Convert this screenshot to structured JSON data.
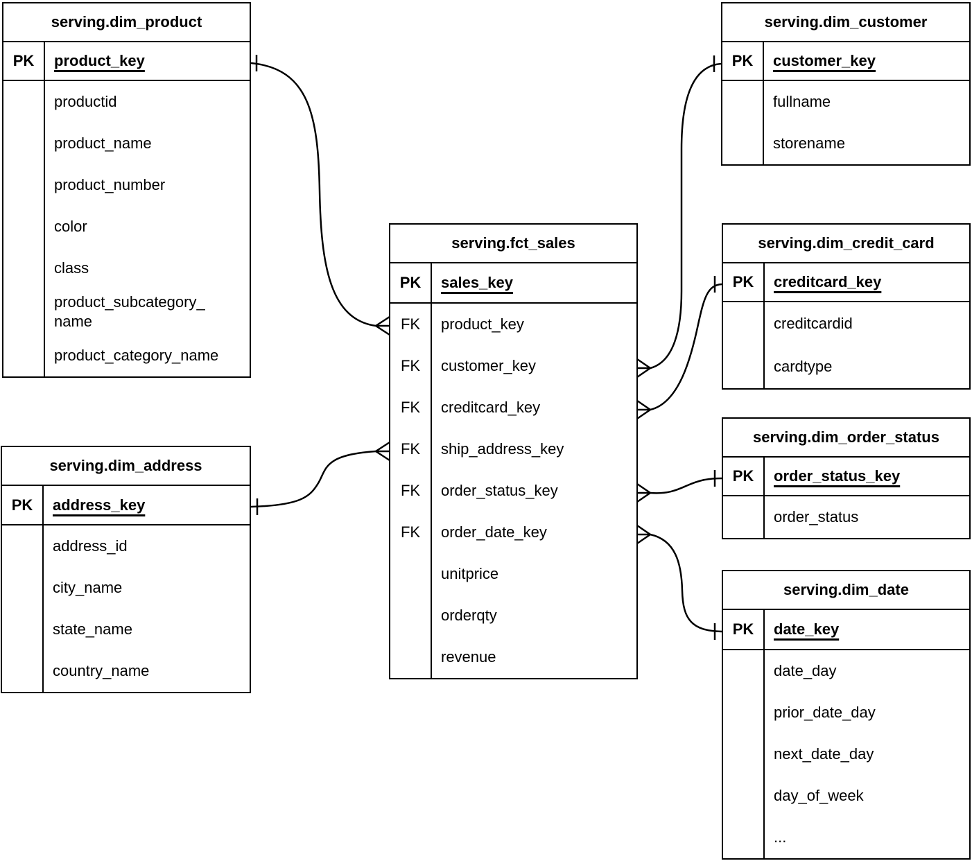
{
  "tables": [
    {
      "title": "serving.dim_product",
      "pk": {
        "key": "PK",
        "name": "product_key"
      },
      "fields": [
        {
          "key": "",
          "name": "productid"
        },
        {
          "key": "",
          "name": "product_name"
        },
        {
          "key": "",
          "name": "product_number"
        },
        {
          "key": "",
          "name": "color"
        },
        {
          "key": "",
          "name": "class"
        },
        {
          "key": "",
          "name": "product_subcategory_\nname"
        },
        {
          "key": "",
          "name": "product_category_name"
        }
      ]
    },
    {
      "title": "serving.fct_sales",
      "pk": {
        "key": "PK",
        "name": "sales_key"
      },
      "fields": [
        {
          "key": "FK",
          "name": "product_key"
        },
        {
          "key": "FK",
          "name": "customer_key"
        },
        {
          "key": "FK",
          "name": "creditcard_key"
        },
        {
          "key": "FK",
          "name": "ship_address_key"
        },
        {
          "key": "FK",
          "name": "order_status_key"
        },
        {
          "key": "FK",
          "name": "order_date_key"
        },
        {
          "key": "",
          "name": "unitprice"
        },
        {
          "key": "",
          "name": "orderqty"
        },
        {
          "key": "",
          "name": "revenue"
        }
      ]
    },
    {
      "title": "serving.dim_customer",
      "pk": {
        "key": "PK",
        "name": "customer_key"
      },
      "fields": [
        {
          "key": "",
          "name": "fullname"
        },
        {
          "key": "",
          "name": "storename"
        }
      ]
    },
    {
      "title": "serving.dim_credit_card",
      "pk": {
        "key": "PK",
        "name": "creditcard_key"
      },
      "fields": [
        {
          "key": "",
          "name": "creditcardid"
        },
        {
          "key": "",
          "name": "cardtype"
        }
      ]
    },
    {
      "title": "serving.dim_order_status",
      "pk": {
        "key": "PK",
        "name": "order_status_key"
      },
      "fields": [
        {
          "key": "",
          "name": "order_status"
        }
      ]
    },
    {
      "title": "serving.dim_date",
      "pk": {
        "key": "PK",
        "name": "date_key"
      },
      "fields": [
        {
          "key": "",
          "name": "date_day"
        },
        {
          "key": "",
          "name": "prior_date_day"
        },
        {
          "key": "",
          "name": "next_date_day"
        },
        {
          "key": "",
          "name": "day_of_week"
        },
        {
          "key": "",
          "name": "..."
        }
      ]
    },
    {
      "title": "serving.dim_address",
      "pk": {
        "key": "PK",
        "name": "address_key"
      },
      "fields": [
        {
          "key": "",
          "name": "address_id"
        },
        {
          "key": "",
          "name": "city_name"
        },
        {
          "key": "",
          "name": "state_name"
        },
        {
          "key": "",
          "name": "country_name"
        }
      ]
    }
  ],
  "relationships": [
    {
      "from_table": "serving.dim_product",
      "from_field": "product_key",
      "to_table": "serving.fct_sales",
      "to_field": "product_key",
      "cardinality": "one-to-many"
    },
    {
      "from_table": "serving.dim_address",
      "from_field": "address_key",
      "to_table": "serving.fct_sales",
      "to_field": "ship_address_key",
      "cardinality": "one-to-many"
    },
    {
      "from_table": "serving.dim_customer",
      "from_field": "customer_key",
      "to_table": "serving.fct_sales",
      "to_field": "customer_key",
      "cardinality": "one-to-many"
    },
    {
      "from_table": "serving.dim_credit_card",
      "from_field": "creditcard_key",
      "to_table": "serving.fct_sales",
      "to_field": "creditcard_key",
      "cardinality": "one-to-many"
    },
    {
      "from_table": "serving.dim_order_status",
      "from_field": "order_status_key",
      "to_table": "serving.fct_sales",
      "to_field": "order_status_key",
      "cardinality": "one-to-many"
    },
    {
      "from_table": "serving.dim_date",
      "from_field": "date_key",
      "to_table": "serving.fct_sales",
      "to_field": "order_date_key",
      "cardinality": "one-to-many"
    }
  ],
  "line_color": "#000000",
  "background_color": "#ffffff"
}
